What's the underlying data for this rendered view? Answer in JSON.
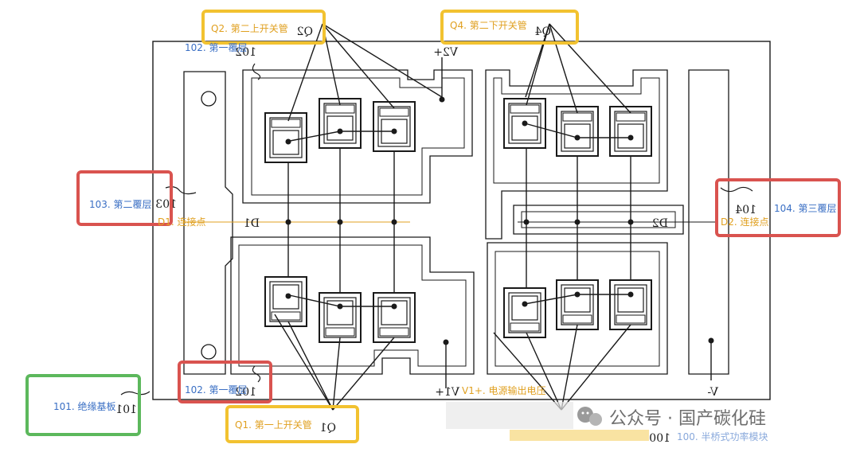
{
  "labels": {
    "q2": {
      "text": "Q2. 第二上开关管",
      "ref": "Q2"
    },
    "q4": {
      "text": "Q4. 第二下开关管",
      "ref": "Q4"
    },
    "q1": {
      "text": "Q1. 第一上开关管",
      "ref": "Q1"
    },
    "l102_top": {
      "text": "102. 第一覆层",
      "ref": "102"
    },
    "l102_bottom": {
      "text": "102. 第一覆层",
      "ref": "102"
    },
    "l103": {
      "text": "103. 第二覆层",
      "ref": "103"
    },
    "l104": {
      "text": "104. 第三覆层",
      "ref": "104"
    },
    "d1": {
      "text": "D1. 连接点",
      "ref": "D1"
    },
    "d2": {
      "text": "D2. 连接点",
      "ref": "D2"
    },
    "l101": {
      "text": "101. 绝缘基板",
      "ref": "101"
    },
    "l100": {
      "text": "100. 半桥式功率模块",
      "ref": "100"
    },
    "v1": {
      "text": "V1+. 电源输出电压",
      "ref": "V1+"
    },
    "v2": {
      "ref": "V2+"
    },
    "vminus": {
      "ref": "V-"
    }
  },
  "watermark": {
    "text": "公众号 · 国产碳化硅"
  },
  "colors": {
    "blue_label": "#3a6fc4",
    "orange_label": "#e0a020",
    "yellow_box": "#f2c230",
    "red_box": "#d9534f",
    "green_box": "#5cb85c",
    "line": "#1a1a1a"
  }
}
